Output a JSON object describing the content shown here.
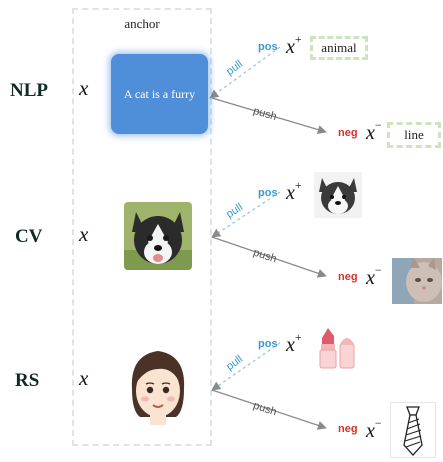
{
  "anchor_title": "anchor",
  "rows": [
    {
      "label": "NLP",
      "x": "x",
      "anchor_text": "A cat is a furry",
      "pull": "pull",
      "push": "push",
      "pos": "pos",
      "neg": "neg",
      "pos_sym": "x",
      "pos_sup": "+",
      "neg_sym": "x",
      "neg_sup": "−",
      "pos_word": "animal",
      "neg_word": "line"
    },
    {
      "label": "CV",
      "x": "x",
      "pull": "pull",
      "push": "push",
      "pos": "pos",
      "neg": "neg",
      "pos_sym": "x",
      "pos_sup": "+",
      "neg_sym": "x",
      "neg_sup": "−",
      "anchor_image": "husky-puppy-photo",
      "pos_image": "husky-puppy-grayscale-photo",
      "neg_image": "cat-photo"
    },
    {
      "label": "RS",
      "x": "x",
      "pull": "pull",
      "push": "push",
      "pos": "pos",
      "neg": "neg",
      "pos_sym": "x",
      "pos_sup": "+",
      "neg_sym": "x",
      "neg_sup": "−",
      "anchor_image": "woman-avatar-icon",
      "pos_image": "lipstick-icon",
      "neg_image": "necktie-icon"
    }
  ],
  "colors": {
    "pos": "#3a9bd1",
    "neg": "#d8322a",
    "anchor_card": "#4f8fda",
    "word_box_border": "#cfe3bd",
    "arrow": "#8a8a8a"
  }
}
